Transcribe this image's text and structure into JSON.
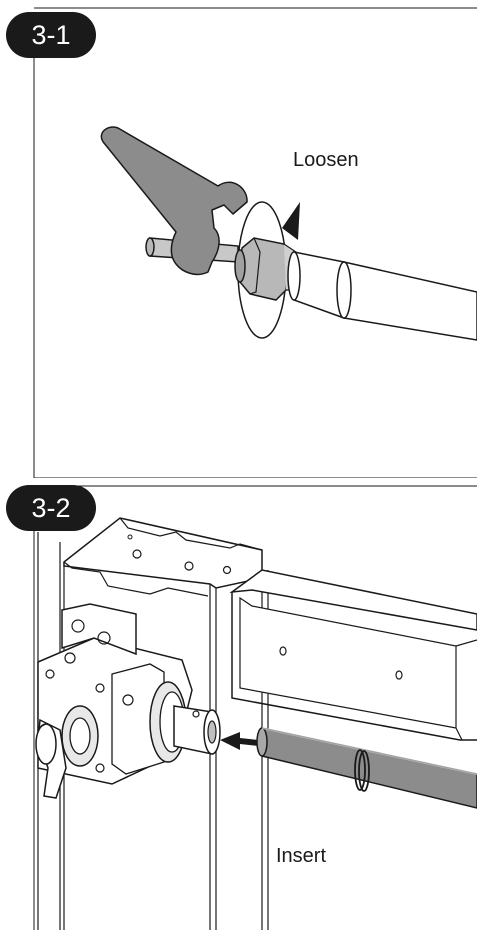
{
  "steps": [
    {
      "badge": "3-1",
      "caption": "Loosen"
    },
    {
      "badge": "3-2",
      "caption": "Insert"
    }
  ],
  "colors": {
    "badge_fill": "#1a1a1a",
    "badge_text": "#ffffff",
    "wrench_fill": "#8c8c8c",
    "shaft_fill": "#b0b0b0",
    "nut_fill": "#b8b8b8",
    "line": "#1a1a1a"
  },
  "icons": [
    "wrench-icon",
    "rotation-arrow-icon",
    "insert-arrow-icon"
  ]
}
